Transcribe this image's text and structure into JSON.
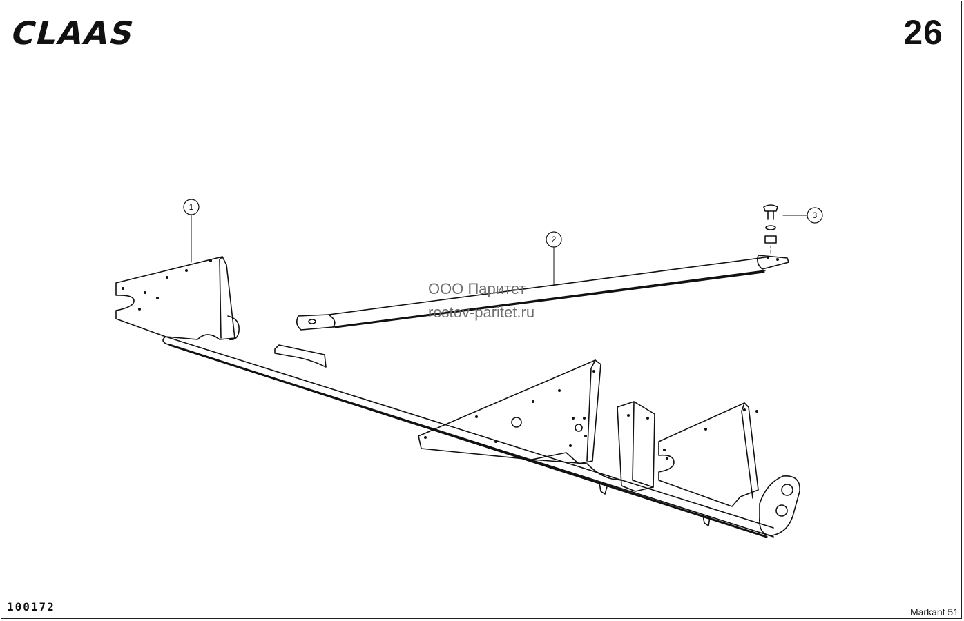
{
  "header": {
    "brand": "CLAAS",
    "page_number": "26"
  },
  "footer": {
    "drawing_number": "100172",
    "model": "Markant 51"
  },
  "watermark": {
    "line1": "ООО Паритет",
    "line2": "rostov-paritet.ru"
  },
  "callouts": [
    "1",
    "2",
    "3"
  ],
  "colors": {
    "ink": "#111111",
    "paper": "#ffffff",
    "watermark": "#6e6e6e"
  }
}
